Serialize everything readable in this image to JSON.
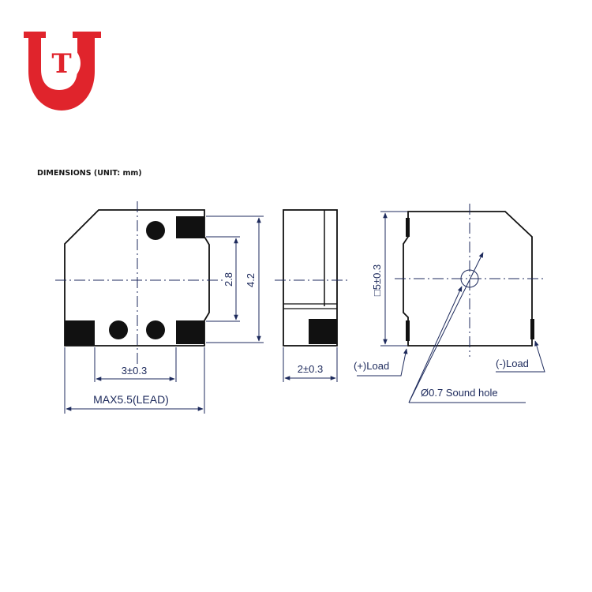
{
  "logo": {
    "letter": "T",
    "color": "#e0242c"
  },
  "header": {
    "title": "DIMENSIONS (UNIT: mm)"
  },
  "front_view": {
    "dim_pitch_vertical": "2.8",
    "dim_height": "4.2",
    "dim_pitch_horizontal": "3±0.3",
    "dim_overall": "MAX5.5(LEAD)"
  },
  "side_view": {
    "dim_thickness": "2±0.3"
  },
  "back_view": {
    "dim_body": "□5±0.3",
    "plus_load": "(+)Load",
    "minus_load": "(-)Load",
    "sound_hole": "Ø0.7 Sound hole"
  },
  "colors": {
    "ink": "#111111",
    "dimension": "#1d2a5c",
    "logo_red": "#e0242c"
  }
}
